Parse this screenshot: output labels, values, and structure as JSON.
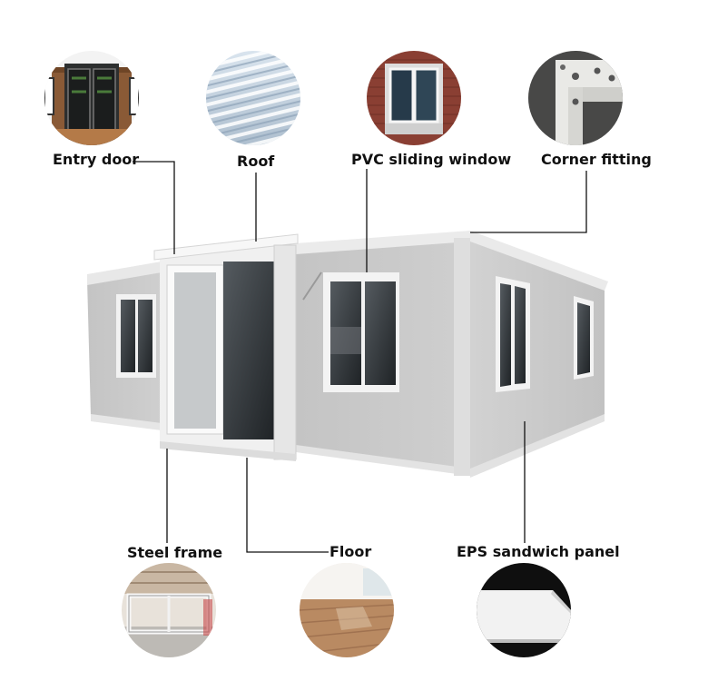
{
  "labels": {
    "entry_door": "Entry door",
    "roof": "Roof",
    "pvc_window": "PVC sliding window",
    "corner_fitting": "Corner fitting",
    "steel_frame": "Steel frame",
    "floor": "Floor",
    "eps_panel": "EPS sandwich panel"
  },
  "colors": {
    "wall": "#c9c9c9",
    "frame": "#eeeeee",
    "glass": "#2b2f33",
    "leader_line": "#111111"
  }
}
